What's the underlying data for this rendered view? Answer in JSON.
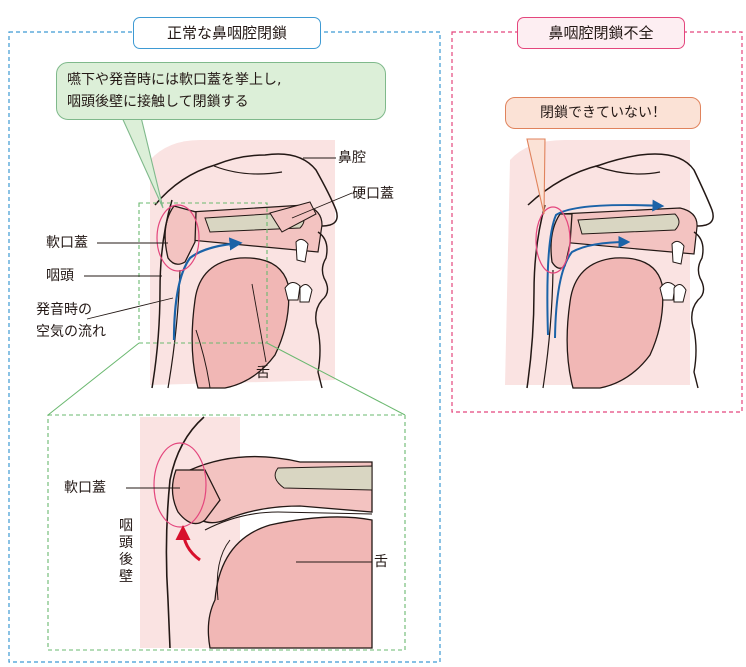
{
  "panels": {
    "normal": {
      "title": "正常な鼻咽腔閉鎖",
      "callout_line1": "嚥下や発音時には軟口蓋を挙上し,",
      "callout_line2": "咽頭後壁に接触して閉鎖する",
      "labels": {
        "nasal_cavity": "鼻腔",
        "hard_palate": "硬口蓋",
        "soft_palate": "軟口蓋",
        "pharynx": "咽頭",
        "airflow_line1": "発音時の",
        "airflow_line2": "空気の流れ",
        "tongue": "舌"
      }
    },
    "insufficiency": {
      "title": "鼻咽腔閉鎖不全",
      "callout": "閉鎖できていない！"
    },
    "detail": {
      "soft_palate": "軟口蓋",
      "posterior_pharyngeal_wall": "咽頭後壁",
      "tongue": "舌"
    }
  },
  "colors": {
    "normal_border": "#3e9ad3",
    "insufficiency_border": "#e4467d",
    "detail_border": "#6ab86f",
    "airflow_arrow": "#1b63a8",
    "closure_arrow": "#d7102c",
    "tissue_fill": "#f6c9c7",
    "background_tissue": "#fae3e2",
    "bone_fill": "#d9d6c2"
  }
}
